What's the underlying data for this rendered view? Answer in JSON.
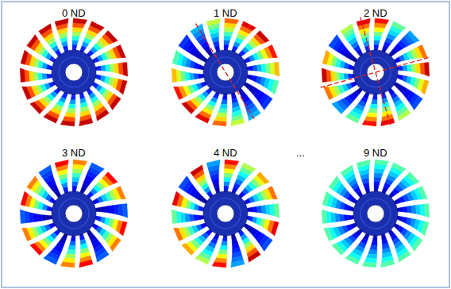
{
  "diagram": {
    "labels": [
      "0 ND",
      "1 ND",
      "2 ND",
      "3 ND",
      "4 ND",
      "...",
      "9 ND"
    ]
  }
}
